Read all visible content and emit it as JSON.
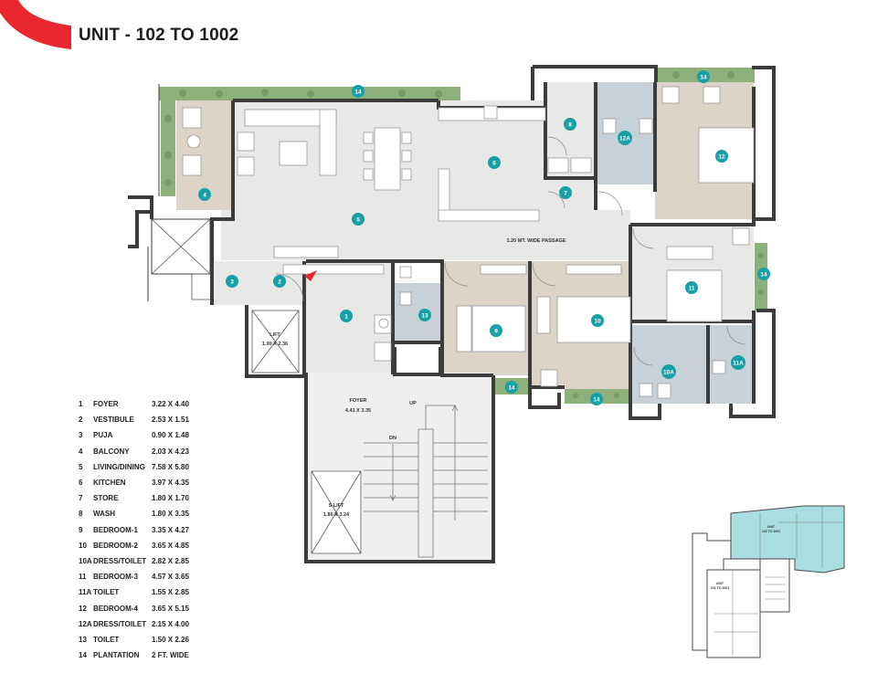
{
  "title": "UNIT - 102 TO 1002",
  "rooms": [
    {
      "num": "1",
      "name": "FOYER",
      "dim": "3.22 X 4.40"
    },
    {
      "num": "2",
      "name": "VESTIBULE",
      "dim": "2.53 X 1.51"
    },
    {
      "num": "3",
      "name": "PUJA",
      "dim": "0.90 X 1.48"
    },
    {
      "num": "4",
      "name": "BALCONY",
      "dim": "2.03 X 4.23"
    },
    {
      "num": "5",
      "name": "LIVING/DINING",
      "dim": "7.58 X 5.80"
    },
    {
      "num": "6",
      "name": "KITCHEN",
      "dim": "3.97 X 4.35"
    },
    {
      "num": "7",
      "name": "STORE",
      "dim": "1.80 X 1.70"
    },
    {
      "num": "8",
      "name": "WASH",
      "dim": "1.80 X 3.35"
    },
    {
      "num": "9",
      "name": "BEDROOM-1",
      "dim": "3.35 X 4.27"
    },
    {
      "num": "10",
      "name": "BEDROOM-2",
      "dim": "3.65 X 4.85"
    },
    {
      "num": "10A",
      "name": "DRESS/TOILET",
      "dim": "2.82 X 2.85"
    },
    {
      "num": "11",
      "name": "BEDROOM-3",
      "dim": "4.57 X 3.65"
    },
    {
      "num": "11A",
      "name": "TOILET",
      "dim": "1.55 X 2.85"
    },
    {
      "num": "12",
      "name": "BEDROOM-4",
      "dim": "3.65 X 5.15"
    },
    {
      "num": "12A",
      "name": "DRESS/TOILET",
      "dim": "2.15 X 4.00"
    },
    {
      "num": "13",
      "name": "TOILET",
      "dim": "1.50 X 2.26"
    },
    {
      "num": "14",
      "name": "PLANTATION",
      "dim": "2 FT. WIDE"
    }
  ],
  "plan_labels": {
    "passage": "1.20 MT. WIDE PASSAGE",
    "lift": "LIFT",
    "lift_dim": "1.90 X 2.36",
    "common_foyer": "FOYER",
    "common_foyer_dim": "4.41 X 3.35",
    "up": "UP",
    "dn": "DN",
    "service_lift": "S.LIFT",
    "service_lift_dim": "1.80 X 3.24"
  },
  "keyplan": {
    "unit_label_top": "UNIT",
    "unit_label_top_range": "102 TO 1002",
    "unit_label_bottom": "UNIT",
    "unit_label_bottom_range": "101 TO 1001"
  },
  "colors": {
    "accent_red": "#e8282e",
    "badge_teal": "#17a0a6",
    "wall": "#3c3c3c",
    "floor_light": "#e8e8e6",
    "floor_beige": "#ddd4c9",
    "bath_blue": "#c9d1d8",
    "plant_green": "#8eb07a",
    "keyplan_highlight": "#a8dde2"
  }
}
